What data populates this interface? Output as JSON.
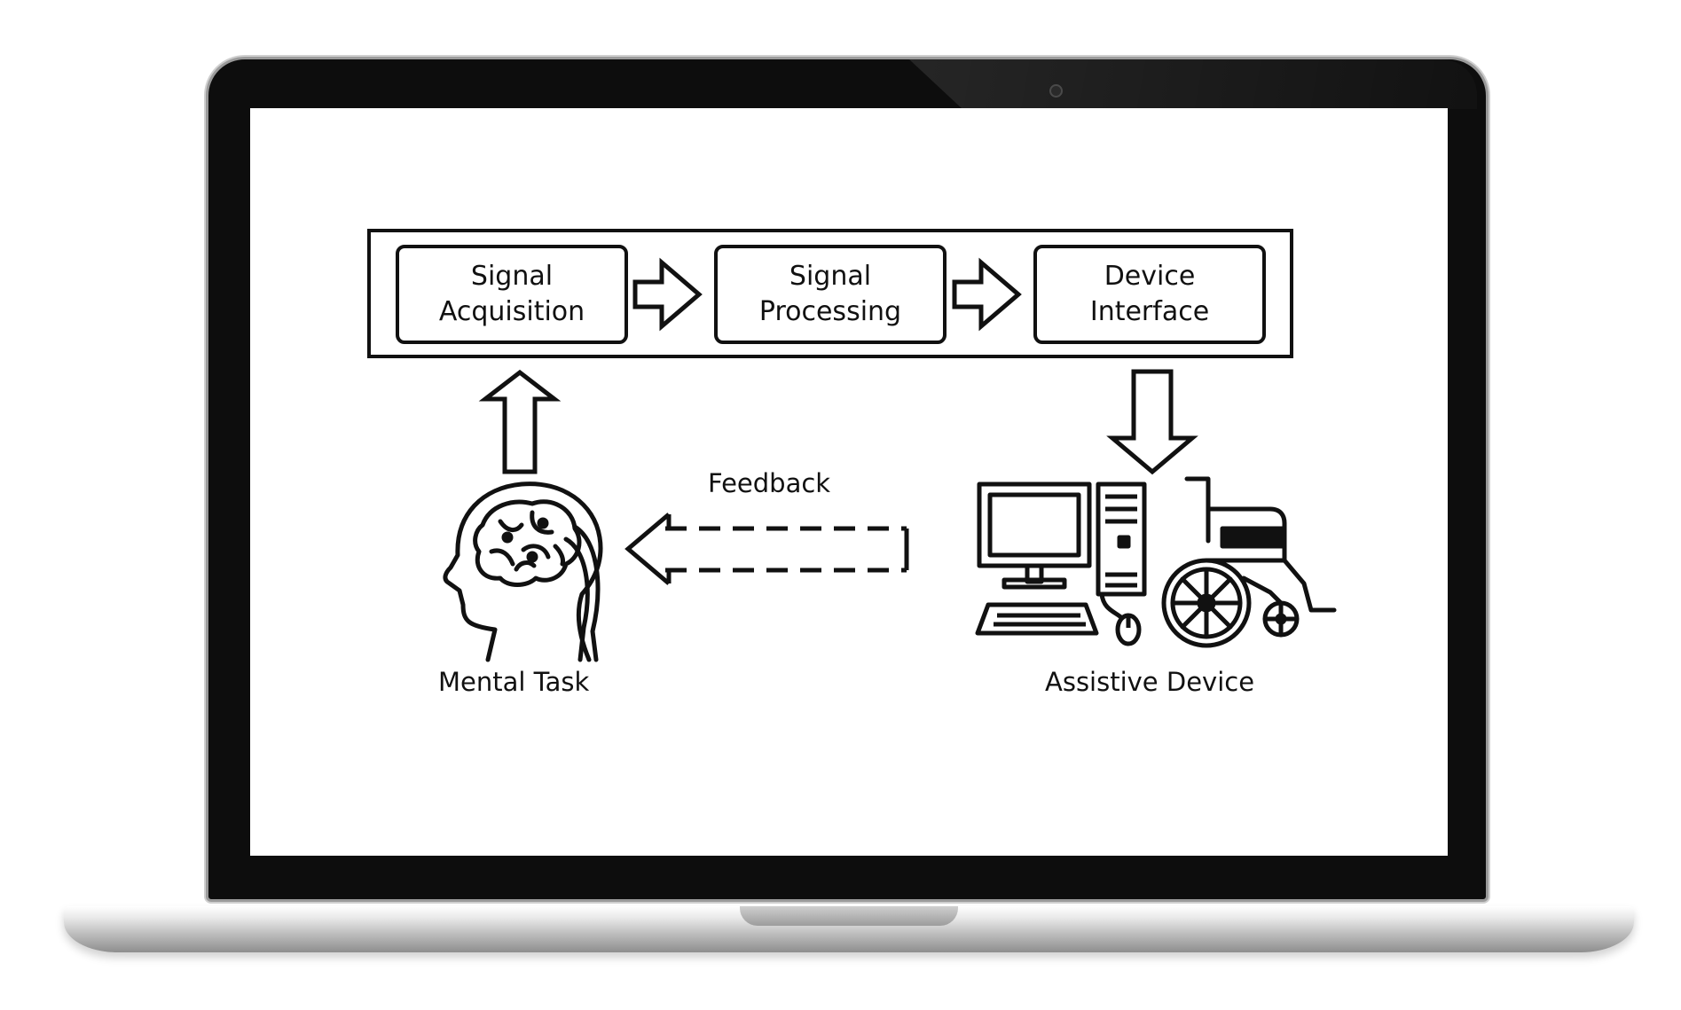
{
  "pipeline": {
    "stages": [
      {
        "line1": "Signal",
        "line2": "Acquisition"
      },
      {
        "line1": "Signal",
        "line2": "Processing"
      },
      {
        "line1": "Device",
        "line2": "Interface"
      }
    ]
  },
  "feedback_label": "Feedback",
  "mental_task_label": "Mental Task",
  "assistive_device_label": "Assistive Device",
  "icons": {
    "brain": "head-with-brain-icon",
    "computer": "desktop-computer-icon",
    "wheelchair": "wheelchair-icon"
  }
}
